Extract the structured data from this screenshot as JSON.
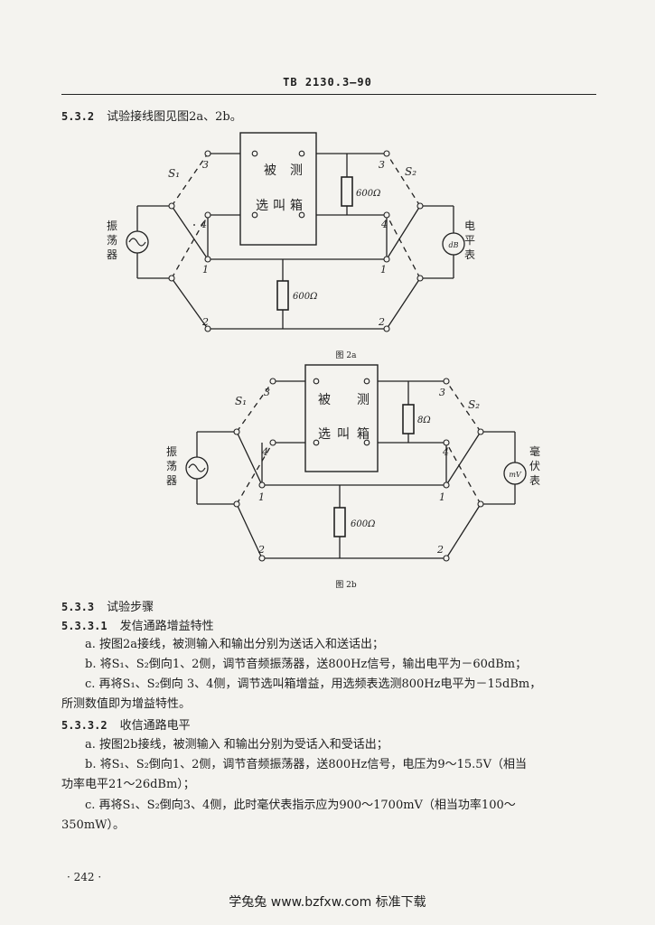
{
  "header": {
    "code": "TB 2130.3—90"
  },
  "s532": {
    "num": "5.3.2",
    "text": "试验接线图见图2a、2b。"
  },
  "fig2a": {
    "caption": "图 2a",
    "s1": "S₁",
    "s2": "S₂",
    "box_a": "被",
    "box_b": "测",
    "box_c": "选",
    "box_d": "叫",
    "box_e": "箱",
    "res_top": "600Ω",
    "res_bot": "600Ω",
    "left_device": [
      "振",
      "荡",
      "器"
    ],
    "right_device": [
      "电",
      "平",
      "表"
    ],
    "meter": "dB",
    "n3": "3",
    "n4": "4",
    "n1": "1",
    "n2": "2"
  },
  "fig2b": {
    "caption": "图 2b",
    "s1": "S₁",
    "s2": "S₂",
    "box_a": "被",
    "box_b": "测",
    "box_c": "选",
    "box_d": "叫",
    "box_e": "箱",
    "res_top": "8Ω",
    "res_bot": "600Ω",
    "left_device": [
      "振",
      "荡",
      "器"
    ],
    "right_device": [
      "毫",
      "伏",
      "表"
    ],
    "meter": "mV",
    "n3": "3",
    "n4": "4",
    "n1": "1",
    "n2": "2"
  },
  "s533": {
    "num": "5.3.3",
    "text": "试验步骤"
  },
  "s5331": {
    "num": "5.3.3.1",
    "text": "发信通路增益特性"
  },
  "p1a": "a. 按图2a接线，被测输入和输出分别为送话入和送话出；",
  "p1b": "b. 将S₁、S₂倒向1、2侧，调节音频振荡器，送800Hz信号，输出电平为－60dBm；",
  "p1c1": "c. 再将S₁、S₂倒向 3、4侧，调节选叫箱增益，用选频表选测800Hz电平为－15dBm，",
  "p1c2": "所测数值即为增益特性。",
  "s5332": {
    "num": "5.3.3.2",
    "text": "收信通路电平"
  },
  "p2a": "a. 按图2b接线，被测输入 和输出分别为受话入和受话出；",
  "p2b1": "b. 将S₁、S₂倒向1、2侧，调节音频振荡器，送800Hz信号，电压为9～15.5V（相当",
  "p2b2": "功率电平21～26dBm）；",
  "p2c1": "c. 再将S₁、S₂倒向3、4侧，此时毫伏表指示应为900～1700mV（相当功率100～",
  "p2c2": "350mW）。",
  "page_number": "· 242 ·",
  "footer": "学兔兔   www.bzfxw.com   标准下载"
}
